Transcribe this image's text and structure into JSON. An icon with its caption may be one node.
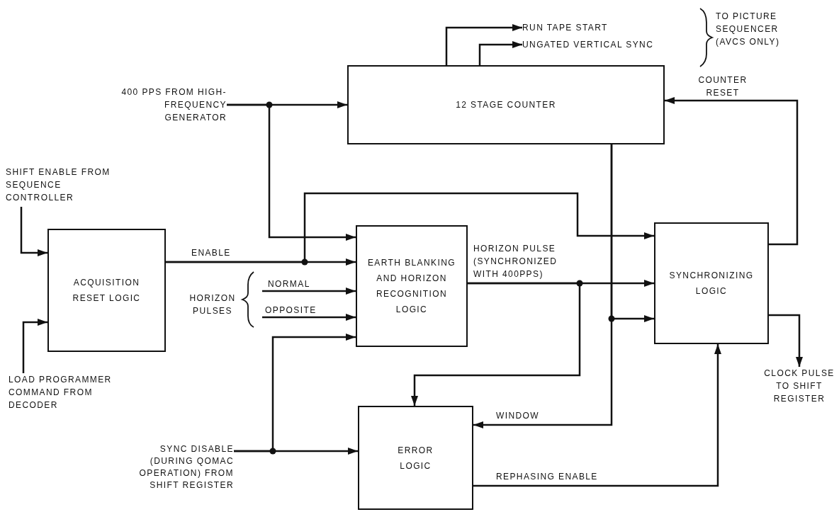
{
  "diagram": {
    "nodes": [
      {
        "text": [
          "12 STAGE COUNTER"
        ]
      },
      {
        "text": [
          "ACQUISITION RESET LOGIC"
        ]
      },
      {
        "text": [
          "EARTH BLANKING AND HORIZON RECOGNITION LOGIC"
        ]
      },
      {
        "text": [
          "SYNCHRONIZING LOGIC"
        ]
      },
      {
        "text": [
          "ERROR LOGIC"
        ]
      },
      {
        "text": [
          "400 PPS FROM HIGH-FREQUENCY GENERATOR"
        ]
      },
      {
        "text": [
          "SHIFT ENABLE FROM SEQUENCE CONTROLLER"
        ]
      },
      {
        "text": [
          "LOAD PROGRAMMER COMMAND FROM DECODER"
        ]
      },
      {
        "text": [
          "SYNC DISABLE (DURING QOMAC OPERATION) FROM SHIFT REGISTER"
        ]
      },
      {
        "text": [
          "RUN TAPE START"
        ]
      },
      {
        "text": [
          "UNGATED VERTICAL SYNC"
        ]
      },
      {
        "text": [
          "CLOCK PULSE TO SHIFT REGISTER"
        ]
      }
    ],
    "edges": [
      {
        "from": 5,
        "to": 0,
        "arrow": "to"
      },
      {
        "from": 5,
        "to": 2,
        "arrow": "to"
      },
      {
        "from": 6,
        "to": 1,
        "arrow": "to"
      },
      {
        "from": 7,
        "to": 1,
        "arrow": "to"
      },
      {
        "from": 1,
        "to": 2,
        "arrow": "to",
        "label": "ENABLE"
      },
      {
        "from": 1,
        "to": 3,
        "arrow": "to"
      },
      {
        "from": null,
        "to": 2,
        "arrow": "to",
        "label": "NORMAL"
      },
      {
        "from": null,
        "to": 2,
        "arrow": "to",
        "label": "OPPOSITE"
      },
      {
        "from": 8,
        "to": 2,
        "arrow": "to"
      },
      {
        "from": 8,
        "to": 4,
        "arrow": "to"
      },
      {
        "from": 2,
        "to": 3,
        "arrow": "to",
        "label": "HORIZON PULSE (SYNCHRONIZED WITH 400PPS)"
      },
      {
        "from": 2,
        "to": 4,
        "arrow": "to"
      },
      {
        "from": 0,
        "to": 4,
        "arrow": "to",
        "label": "WINDOW"
      },
      {
        "from": 0,
        "to": 3,
        "arrow": "to"
      },
      {
        "from": 3,
        "to": 0,
        "arrow": "to",
        "label": "COUNTER RESET"
      },
      {
        "from": 4,
        "to": 3,
        "arrow": "to",
        "label": "REPHASING ENABLE"
      },
      {
        "from": 0,
        "to": 9,
        "arrow": "to"
      },
      {
        "from": 0,
        "to": 10,
        "arrow": "to"
      },
      {
        "from": 3,
        "to": 11,
        "arrow": "to"
      }
    ],
    "labels": [
      "TO PICTURE SEQUENCER (AVCS ONLY)",
      "HORIZON PULSES"
    ]
  }
}
